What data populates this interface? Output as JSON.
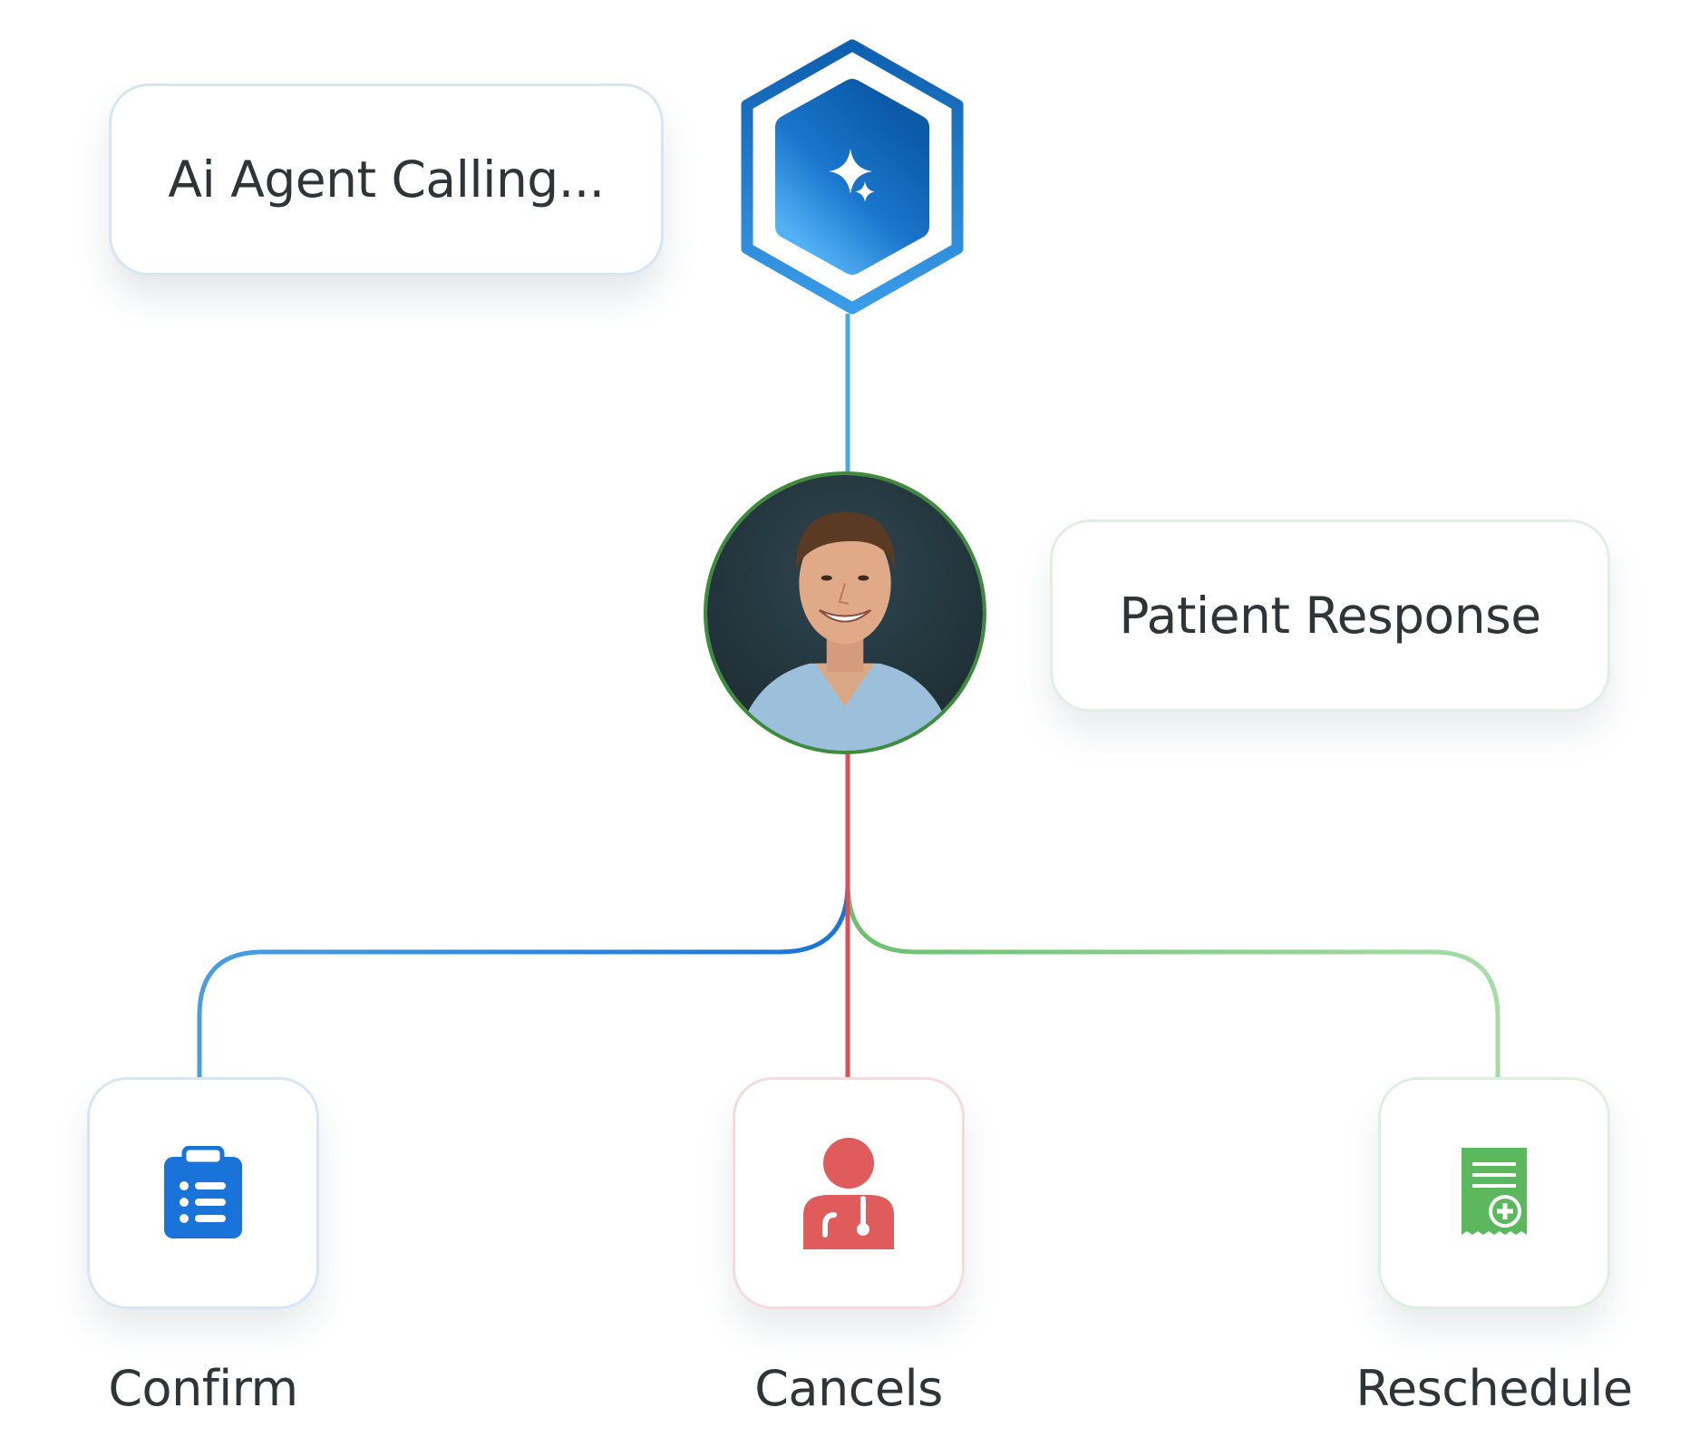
{
  "nodes": {
    "agent": {
      "label": "Ai Agent Calling...",
      "icon": "sparkle-icon"
    },
    "patient": {
      "label": "Patient Response",
      "avatar": "patient-avatar"
    }
  },
  "outcomes": [
    {
      "label": "Confirm",
      "icon": "clipboard-list-icon",
      "color": "#1a73d9"
    },
    {
      "label": "Cancels",
      "icon": "doctor-icon",
      "color": "#e05c5c"
    },
    {
      "label": "Reschedule",
      "icon": "medical-document-icon",
      "color": "#5cb85c"
    }
  ],
  "colors": {
    "agent_blue": "#0e63b5",
    "agent_blue_light": "#4aaaf0",
    "link_agent_patient": "#4aa8dc",
    "link_confirm": "#1a73d9",
    "link_cancel": "#d9505a",
    "link_reschedule": "#6cc070",
    "patient_ring": "#3c8c3c"
  }
}
